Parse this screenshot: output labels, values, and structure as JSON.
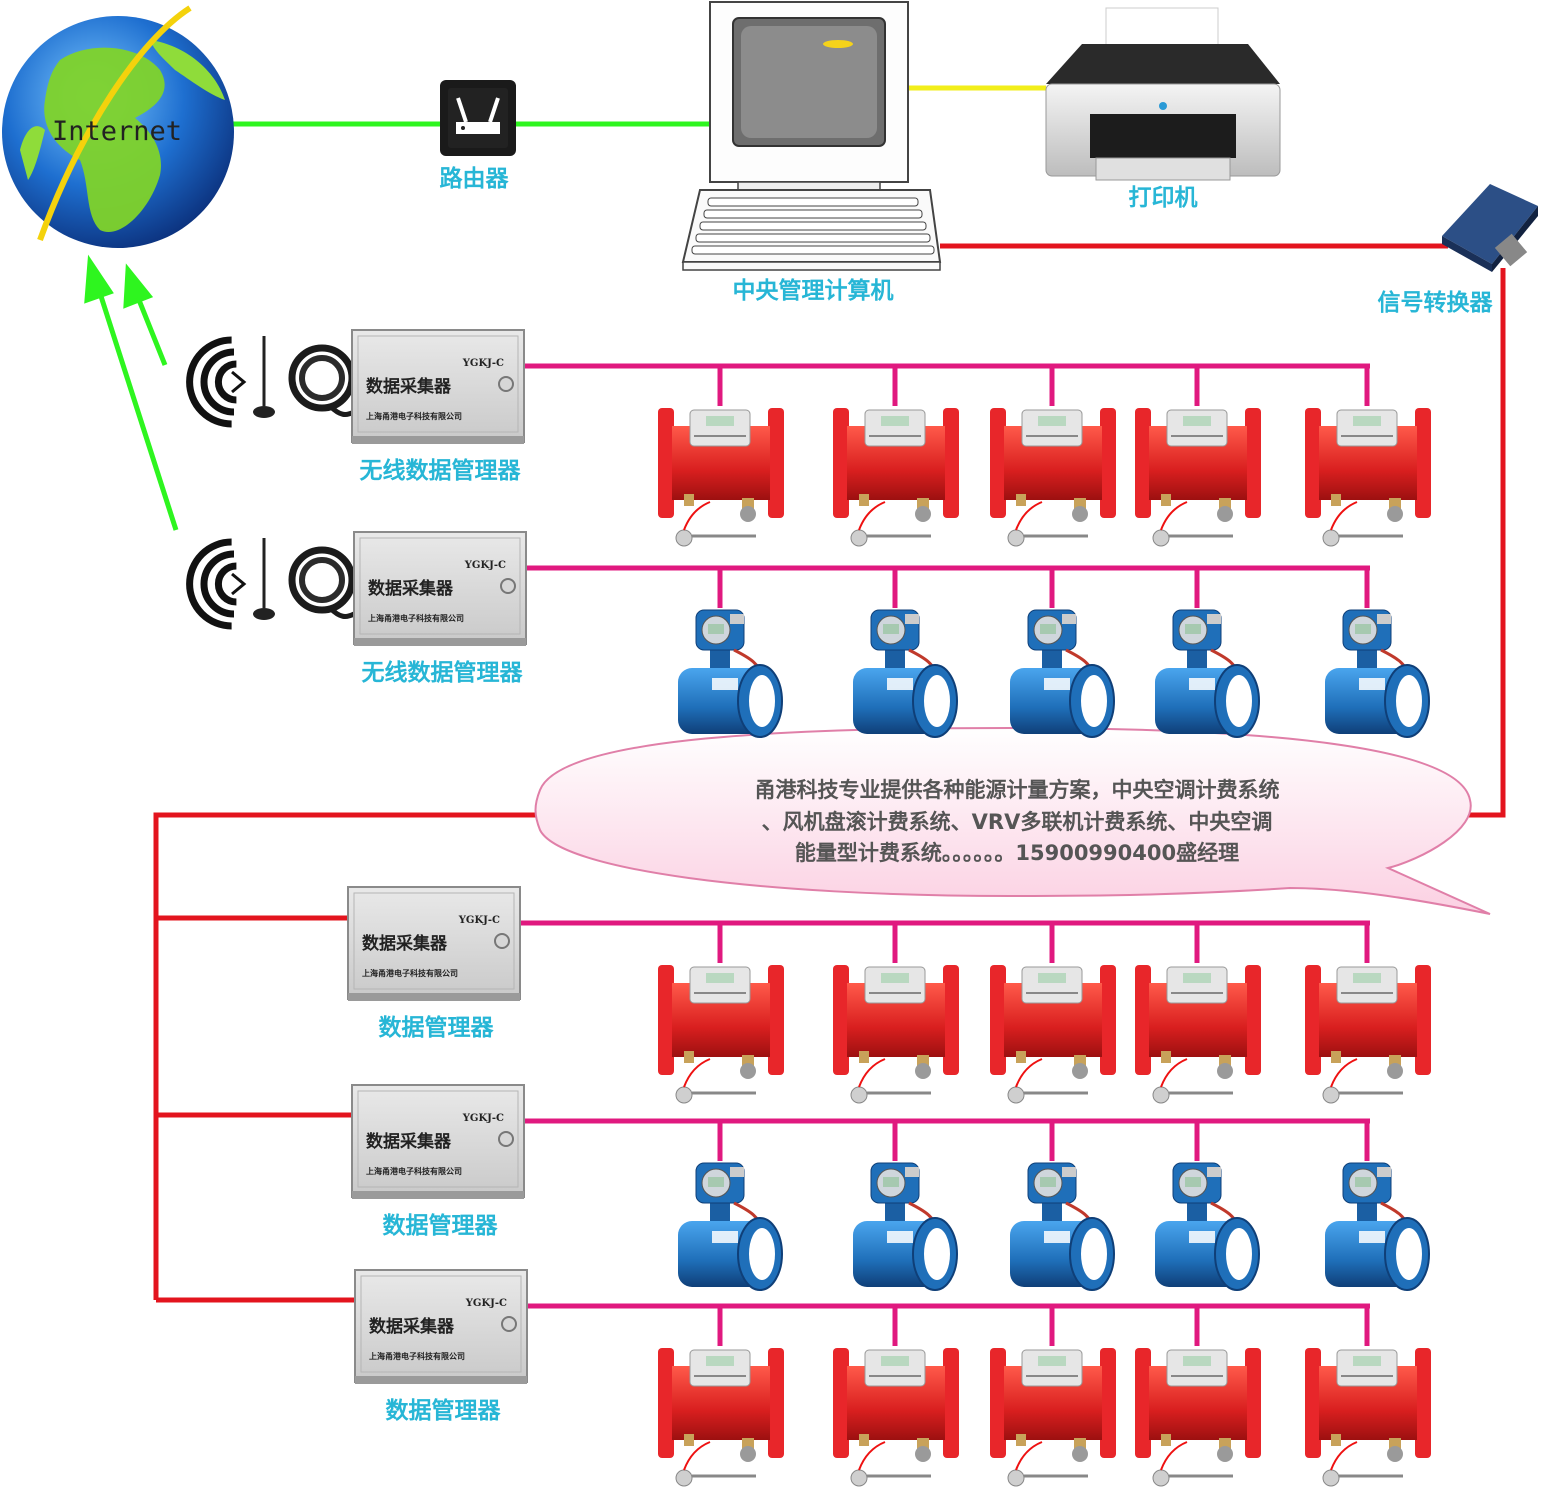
{
  "internet_label": "Internet",
  "router_label": "路由器",
  "computer_label": "中央管理计算机",
  "printer_label": "打印机",
  "converter_label": "信号转换器",
  "collector": {
    "model": "YGKJ-C",
    "title": "数据采集器",
    "company": "上海甬港电子科技有限公司"
  },
  "wireless_manager_label": "无线数据管理器",
  "wired_manager_label": "数据管理器",
  "callout_lines": [
    "甬港科技专业提供各种能源计量方案，中央空调计费系统",
    "、风机盘滚计费系统、VRV多联机计费系统、中央空调",
    "能量型计费系统。。。。。。15900990400盛经理"
  ],
  "colors": {
    "green_link": "#2ef51f",
    "yellow_link": "#f2ee1a",
    "red_bus": "#e3141e",
    "pink_bus": "#e0197f",
    "label_cyan": "#27b6d6",
    "meter_red": "#e8262a",
    "meter_blue": "#1f6fb9"
  },
  "rows": [
    {
      "manager": "wireless",
      "meter_type": "ultrasonic-heat-meter",
      "count": 5
    },
    {
      "manager": "wireless",
      "meter_type": "electromagnetic-flow-meter",
      "count": 5
    },
    {
      "manager": "wired",
      "meter_type": "ultrasonic-heat-meter",
      "count": 5
    },
    {
      "manager": "wired",
      "meter_type": "electromagnetic-flow-meter",
      "count": 5
    },
    {
      "manager": "wired",
      "meter_type": "ultrasonic-heat-meter",
      "count": 5
    }
  ]
}
